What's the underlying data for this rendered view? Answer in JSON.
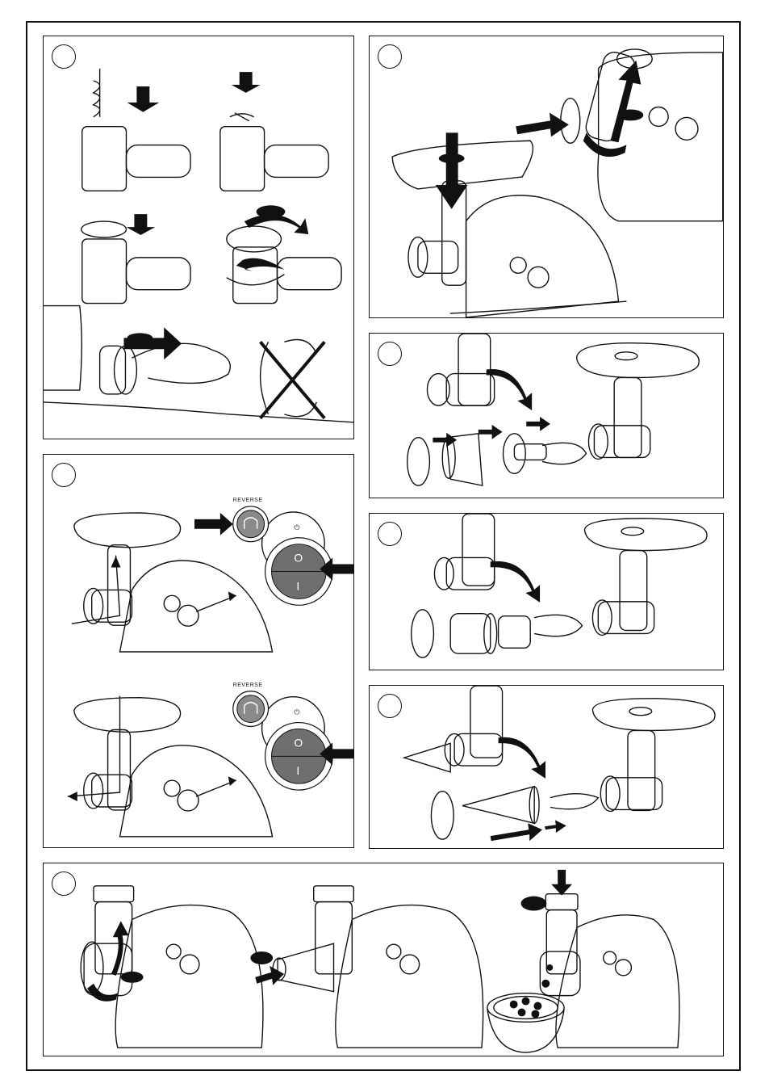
{
  "switch_panel": {
    "reverse_label_top": "REVERSE",
    "reverse_label_bottom": "REVERSE",
    "power_icon_top": "⏻",
    "power_icon_bottom": "⏻",
    "off_symbol_top": "O",
    "on_symbol_top": "I",
    "off_symbol_bottom": "O",
    "on_symbol_bottom": "I"
  },
  "icons": {
    "reverse": "reverse-arrow-icon",
    "power": "power-icon",
    "arrow": "arrow-icon",
    "cross": "cross-icon"
  },
  "colors": {
    "ink": "#111111",
    "button_fill": "#8a8a8a",
    "switch_fill": "#6f6f6f",
    "background": "#ffffff"
  }
}
